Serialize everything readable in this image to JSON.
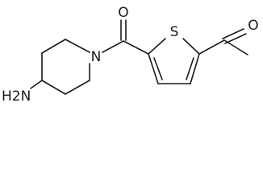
{
  "molecule": {
    "atoms": {
      "oxygen_carbonyl": "O",
      "nitrogen_ring": "N",
      "sulfur": "S",
      "amine": "H2N",
      "oxygen_acetyl": "O"
    }
  },
  "colors": {
    "bond": "#1a1a1a",
    "background": "#ffffff"
  }
}
